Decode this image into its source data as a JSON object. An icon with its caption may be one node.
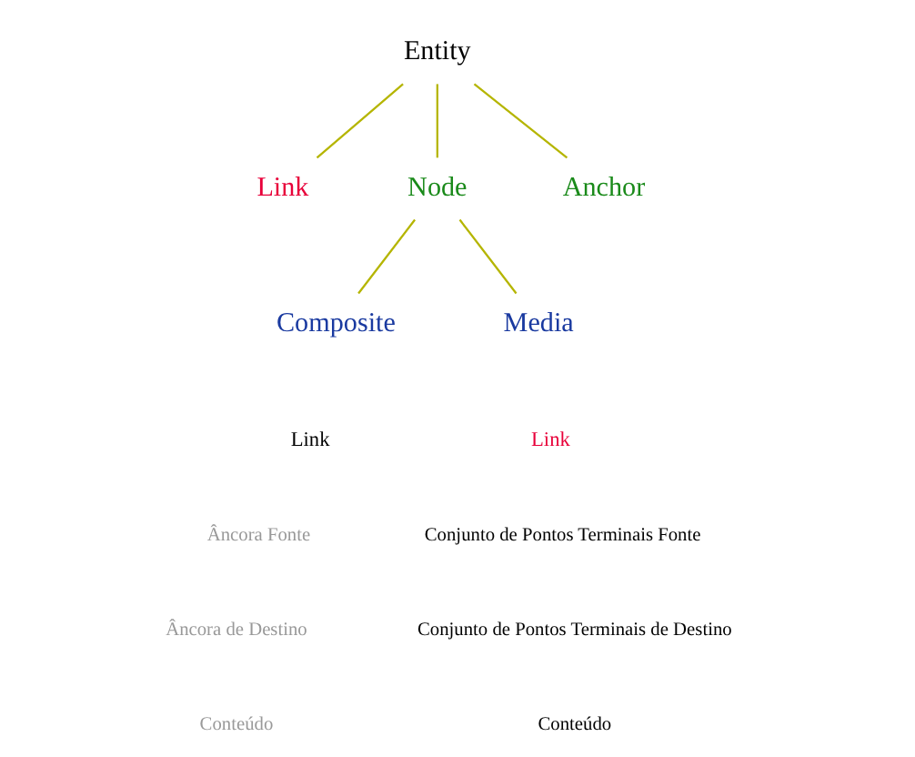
{
  "diagram": {
    "nodes": [
      {
        "text": [
          "Entity"
        ]
      },
      {
        "text": [
          "Link"
        ]
      },
      {
        "text": [
          "Node"
        ]
      },
      {
        "text": [
          "Anchor"
        ]
      },
      {
        "text": [
          "Composite"
        ]
      },
      {
        "text": [
          "Media"
        ]
      }
    ],
    "edges": [
      {
        "from": 0,
        "to": 1,
        "arrow": "none"
      },
      {
        "from": 0,
        "to": 2,
        "arrow": "none"
      },
      {
        "from": 0,
        "to": 3,
        "arrow": "none"
      },
      {
        "from": 2,
        "to": 4,
        "arrow": "none"
      },
      {
        "from": 2,
        "to": 5,
        "arrow": "none"
      }
    ],
    "labels": [
      "Link",
      "Link",
      "Âncora Fonte",
      "Conjunto de Pontos Terminais Fonte",
      "Âncora de Destino",
      "Conjunto de Pontos Terminais de Destino",
      "Conteúdo",
      "Conteúdo"
    ]
  }
}
